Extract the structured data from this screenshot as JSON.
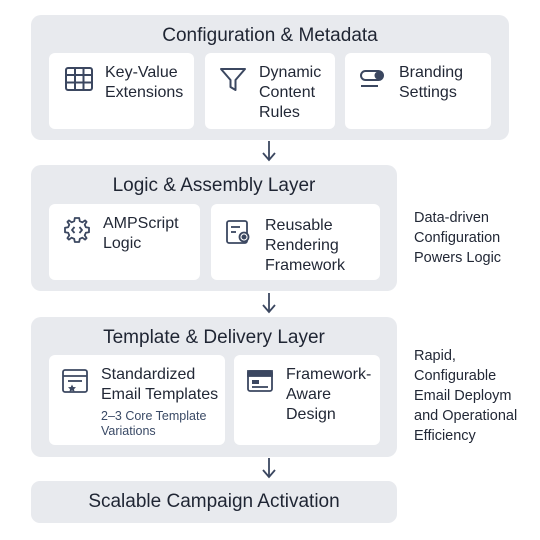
{
  "layers": {
    "config": {
      "title": "Configuration & Metadata",
      "cards": [
        {
          "icon": "table-icon",
          "label": "Key-Value\nExtensions"
        },
        {
          "icon": "funnel-icon",
          "label": "Dynamic\nContent\nRules"
        },
        {
          "icon": "toggle-icon",
          "label": "Branding\nSettings"
        }
      ]
    },
    "logic": {
      "title": "Logic & Assembly Layer",
      "cards": [
        {
          "icon": "gear-code-icon",
          "label": "AMPScript\nLogic"
        },
        {
          "icon": "document-gear-icon",
          "label": "Reusable\nRendering\nFramework"
        }
      ],
      "note": "Data-driven\nConfiguration\nPowers Logic"
    },
    "template": {
      "title": "Template & Delivery Layer",
      "cards": [
        {
          "icon": "email-template-icon",
          "label": "Standardized\nEmail Templates",
          "sub": "2–3 Core Template\nVariations"
        },
        {
          "icon": "layout-icon",
          "label": "Framework-\nAware\nDesign"
        }
      ],
      "note": "Rapid,\nConfigurable\nEmail Deploym\nand Operational\nEfficiency"
    }
  },
  "final": {
    "label": "Scalable Campaign Activation"
  },
  "colors": {
    "layer_bg": "#e8eaee",
    "card_bg": "#ffffff",
    "icon_stroke": "#3b4760",
    "text": "#1f2533"
  }
}
